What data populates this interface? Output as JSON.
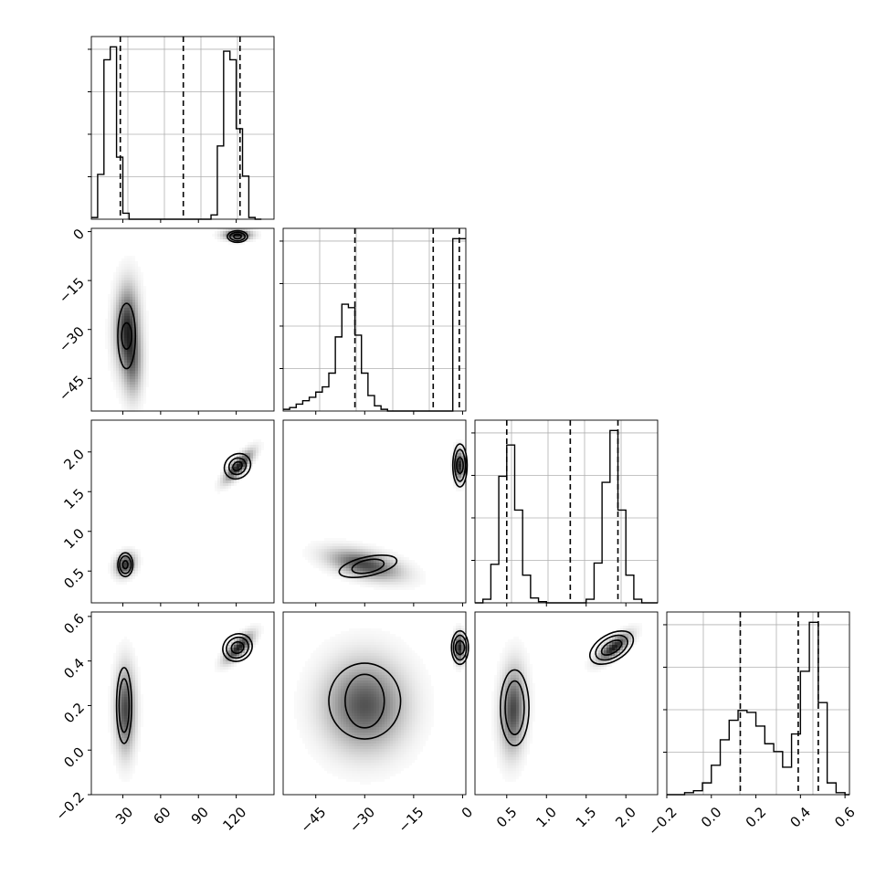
{
  "chart_data": {
    "type": "corner",
    "grid": true,
    "parameters": [
      {
        "range": [
          5,
          150
        ],
        "quantiles": [
          28,
          78,
          123
        ],
        "bins": [
          5,
          10,
          15,
          20,
          25,
          30,
          35,
          40,
          45,
          50,
          55,
          60,
          65,
          70,
          75,
          80,
          85,
          90,
          95,
          100,
          105,
          110,
          115,
          120,
          125,
          130,
          135,
          140,
          145,
          150
        ],
        "counts": [
          0.02,
          0.52,
          1.85,
          2.0,
          0.72,
          0.07,
          0,
          0,
          0,
          0,
          0,
          0,
          0,
          0,
          0,
          0,
          0,
          0,
          0,
          0.05,
          0.85,
          1.95,
          1.85,
          1.05,
          0.5,
          0.02,
          0
        ]
      },
      {
        "range": [
          -55,
          1
        ],
        "quantiles": [
          -33,
          -9,
          -1
        ],
        "bins": [
          -55,
          -53,
          -51,
          -49,
          -47,
          -45,
          -43,
          -41,
          -39,
          -37,
          -35,
          -33,
          -31,
          -29,
          -27,
          -25,
          -23,
          -21,
          -19,
          -17,
          -15,
          -13,
          -11,
          -9,
          -7,
          -5,
          -3,
          -1,
          1
        ],
        "counts": [
          0.01,
          0.02,
          0.04,
          0.06,
          0.08,
          0.11,
          0.14,
          0.22,
          0.43,
          0.62,
          0.6,
          0.44,
          0.22,
          0.09,
          0.03,
          0.01,
          0,
          0,
          0,
          0,
          0,
          0,
          0,
          0,
          0,
          0,
          1.0,
          1.0
        ]
      },
      {
        "range": [
          0.1,
          2.4
        ],
        "quantiles": [
          0.5,
          1.3,
          1.9
        ],
        "bins": [
          0.1,
          0.2,
          0.3,
          0.4,
          0.5,
          0.6,
          0.7,
          0.8,
          0.9,
          1.0,
          1.1,
          1.2,
          1.3,
          1.4,
          1.5,
          1.6,
          1.7,
          1.8,
          1.9,
          2.0,
          2.1,
          2.2,
          2.3,
          2.4
        ],
        "counts": [
          0,
          0.03,
          0.32,
          1.05,
          1.31,
          0.77,
          0.23,
          0.04,
          0.01,
          0,
          0,
          0,
          0,
          0,
          0.03,
          0.33,
          1.0,
          1.43,
          0.77,
          0.23,
          0.03,
          0,
          0
        ]
      },
      {
        "range": [
          -0.2,
          0.62
        ],
        "quantiles": [
          0.13,
          0.39,
          0.48
        ],
        "bins": [
          -0.2,
          -0.16,
          -0.12,
          -0.08,
          -0.04,
          0.0,
          0.04,
          0.08,
          0.12,
          0.16,
          0.2,
          0.24,
          0.28,
          0.32,
          0.36,
          0.4,
          0.44,
          0.48,
          0.52,
          0.56,
          0.6,
          0.62
        ],
        "counts": [
          0,
          0,
          0.01,
          0.02,
          0.06,
          0.15,
          0.28,
          0.38,
          0.43,
          0.42,
          0.35,
          0.26,
          0.22,
          0.14,
          0.31,
          0.63,
          0.88,
          0.47,
          0.06,
          0.01,
          0
        ]
      }
    ],
    "blobs": [
      {
        "row": 1,
        "col": 0,
        "cx": 33,
        "cy": -29,
        "sx": 6,
        "sy": 8,
        "rho": 0.1,
        "peak": 0.85
      },
      {
        "row": 1,
        "col": 0,
        "cx": 38,
        "cy": -40,
        "sx": 5,
        "sy": 7,
        "rho": 0.0,
        "peak": 0.55
      },
      {
        "row": 1,
        "col": 0,
        "cx": 121,
        "cy": -1,
        "sx": 7,
        "sy": 1.0,
        "rho": 0.0,
        "peak": 1.0
      },
      {
        "row": 2,
        "col": 0,
        "cx": 32,
        "cy": 0.58,
        "sx": 5,
        "sy": 0.09,
        "rho": 0.2,
        "peak": 0.85
      },
      {
        "row": 2,
        "col": 0,
        "cx": 122,
        "cy": 1.82,
        "sx": 7,
        "sy": 0.12,
        "rho": 0.8,
        "peak": 1.0
      },
      {
        "row": 2,
        "col": 1,
        "cx": -30,
        "cy": 0.58,
        "sx": 7,
        "sy": 0.12,
        "rho": -0.5,
        "peak": 0.8
      },
      {
        "row": 2,
        "col": 1,
        "cx": -1,
        "cy": 1.83,
        "sx": 1.0,
        "sy": 0.12,
        "rho": 0.0,
        "peak": 1.0
      },
      {
        "row": 3,
        "col": 0,
        "cx": 32,
        "cy": 0.18,
        "sx": 5,
        "sy": 0.12,
        "rho": 0.0,
        "peak": 0.8
      },
      {
        "row": 3,
        "col": 0,
        "cx": 122,
        "cy": 0.46,
        "sx": 7,
        "sy": 0.04,
        "rho": 0.75,
        "peak": 1.0
      },
      {
        "row": 3,
        "col": 1,
        "cx": -30,
        "cy": 0.2,
        "sx": 8,
        "sy": 0.13,
        "rho": 0.0,
        "peak": 0.75
      },
      {
        "row": 3,
        "col": 1,
        "cx": -1,
        "cy": 0.46,
        "sx": 1.0,
        "sy": 0.04,
        "rho": 0.0,
        "peak": 1.0
      },
      {
        "row": 3,
        "col": 2,
        "cx": 0.58,
        "cy": 0.18,
        "sx": 0.1,
        "sy": 0.12,
        "rho": 0.1,
        "peak": 0.8
      },
      {
        "row": 3,
        "col": 2,
        "cx": 1.85,
        "cy": 0.46,
        "sx": 0.13,
        "sy": 0.04,
        "rho": 0.75,
        "peak": 1.0
      }
    ],
    "contours": [
      {
        "row": 1,
        "col": 0,
        "cx": 33,
        "cy": -32,
        "rx": [
          7,
          4
        ],
        "ry": [
          10,
          4
        ],
        "angle": 0
      },
      {
        "row": 1,
        "col": 0,
        "cx": 121,
        "cy": -1.5,
        "rx": [
          8,
          6,
          3
        ],
        "ry": [
          1.8,
          1.3,
          0.7
        ],
        "angle": 0
      },
      {
        "row": 2,
        "col": 0,
        "cx": 32,
        "cy": 0.58,
        "rx": [
          6,
          4.5,
          2
        ],
        "ry": [
          0.15,
          0.11,
          0.05
        ],
        "angle": 0
      },
      {
        "row": 2,
        "col": 0,
        "cx": 121,
        "cy": 1.82,
        "rx": [
          11,
          7,
          4
        ],
        "ry": [
          0.15,
          0.1,
          0.05
        ],
        "angle": -38
      },
      {
        "row": 2,
        "col": 1,
        "cx": -29,
        "cy": 0.56,
        "rx": [
          9,
          5
        ],
        "ry": [
          0.12,
          0.08
        ],
        "angle": -12
      },
      {
        "row": 2,
        "col": 1,
        "cx": -0.8,
        "cy": 1.83,
        "rx": [
          2.2,
          1.6,
          1.0
        ],
        "ry": [
          0.27,
          0.2,
          0.1
        ],
        "angle": 0
      },
      {
        "row": 3,
        "col": 0,
        "cx": 31,
        "cy": 0.2,
        "rx": [
          6,
          4
        ],
        "ry": [
          0.17,
          0.12
        ],
        "angle": 0
      },
      {
        "row": 3,
        "col": 0,
        "cx": 121,
        "cy": 0.46,
        "rx": [
          12,
          9,
          5
        ],
        "ry": [
          0.06,
          0.045,
          0.025
        ],
        "angle": -30
      },
      {
        "row": 3,
        "col": 1,
        "cx": -30,
        "cy": 0.22,
        "rx": [
          11,
          6
        ],
        "ry": [
          0.17,
          0.12
        ],
        "angle": 0
      },
      {
        "row": 3,
        "col": 1,
        "cx": -0.8,
        "cy": 0.46,
        "rx": [
          2.6,
          2.0,
          1.4
        ],
        "ry": [
          0.075,
          0.055,
          0.03
        ],
        "angle": 0
      },
      {
        "row": 3,
        "col": 2,
        "cx": 0.6,
        "cy": 0.19,
        "rx": [
          0.18,
          0.12
        ],
        "ry": [
          0.17,
          0.12
        ],
        "angle": 0
      },
      {
        "row": 3,
        "col": 2,
        "cx": 1.82,
        "cy": 0.46,
        "rx": [
          0.3,
          0.22,
          0.14
        ],
        "ry": [
          0.06,
          0.045,
          0.025
        ],
        "angle": -30
      }
    ],
    "x_ticks": [
      {
        "values": [
          30,
          60,
          90,
          120
        ],
        "labels": [
          "30",
          "60",
          "90",
          "120"
        ]
      },
      {
        "values": [
          -45,
          -30,
          -15,
          0
        ],
        "labels": [
          "−45",
          "−30",
          "−15",
          "0"
        ]
      },
      {
        "values": [
          0.5,
          1.0,
          1.5,
          2.0
        ],
        "labels": [
          "0.5",
          "1.0",
          "1.5",
          "2.0"
        ]
      },
      {
        "values": [
          -0.2,
          0.0,
          0.2,
          0.4,
          0.6
        ],
        "labels": [
          "−0.2",
          "0.0",
          "0.2",
          "0.4",
          "0.6"
        ]
      }
    ],
    "y_ticks": [
      null,
      {
        "values": [
          0,
          -15,
          -30,
          -45
        ],
        "labels": [
          "0",
          "−15",
          "−30",
          "−45"
        ]
      },
      {
        "values": [
          0.5,
          1.0,
          1.5,
          2.0
        ],
        "labels": [
          "0.5",
          "1.0",
          "1.5",
          "2.0"
        ]
      },
      {
        "values": [
          -0.2,
          0.0,
          0.2,
          0.4,
          0.6
        ],
        "labels": [
          "−0.2",
          "0.0",
          "0.2",
          "0.4",
          "0.6"
        ]
      }
    ]
  }
}
